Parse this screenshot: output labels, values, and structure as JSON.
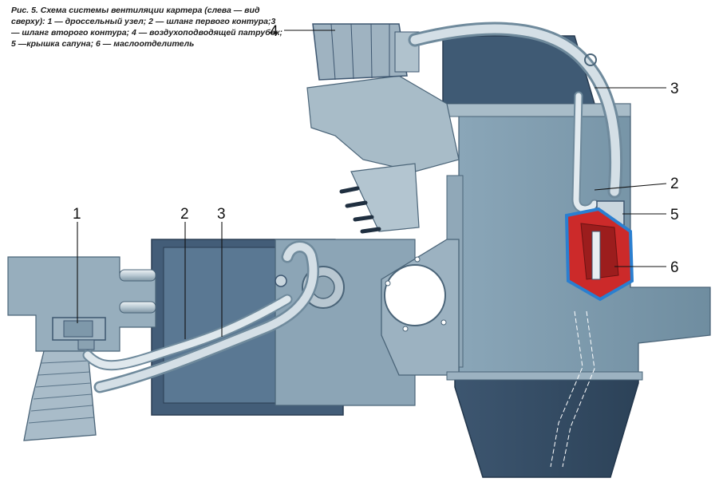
{
  "caption": "Рис. 5. Схема системы вентиляции картера (слева — вид сверху): 1 — дроссельный узел; 2 — шланг первого контура;3 — шланг второго контура; 4 — воздухоподводящей патрубок; 5 —крышка сапуна; 6 — маслоотделитель",
  "callouts": {
    "left_1": "1",
    "left_2": "2",
    "left_3": "3",
    "right_4": "4",
    "right_3": "3",
    "right_2": "2",
    "right_5": "5",
    "right_6": "6"
  },
  "colors": {
    "engine_body": "#7f9cae",
    "engine_dark": "#5d7a8d",
    "engine_light": "#aec2ce",
    "pipe": "#c9d6de",
    "oil_separator": "#cc2a2a",
    "separator_outline": "#2a7fd0",
    "block_dark": "#3d5670"
  }
}
